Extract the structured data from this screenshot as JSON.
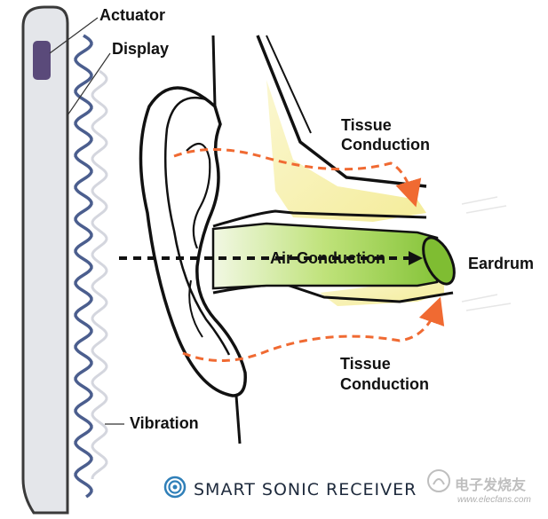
{
  "labels": {
    "actuator": "Actuator",
    "display": "Display",
    "tissue_top_1": "Tissue",
    "tissue_top_2": "Conduction",
    "air": "Air Conduction",
    "eardrum": "Eardrum",
    "tissue_bottom_1": "Tissue",
    "tissue_bottom_2": "Conduction",
    "vibration": "Vibration"
  },
  "footer": {
    "brand": "SMART SONIC RECEIVER"
  },
  "watermark": {
    "text": "电子发烧友",
    "url": "www.elecfans.com"
  },
  "colors": {
    "phone_fill": "#e4e6ea",
    "actuator": "#5a4a7a",
    "wave": "#4b5e8e",
    "tissue": "#f6f0a6",
    "canal": "#a4d64a",
    "tissue_arrow": "#f06a32"
  },
  "icons": [
    "swirl-logo-icon",
    "watermark-logo-icon"
  ]
}
